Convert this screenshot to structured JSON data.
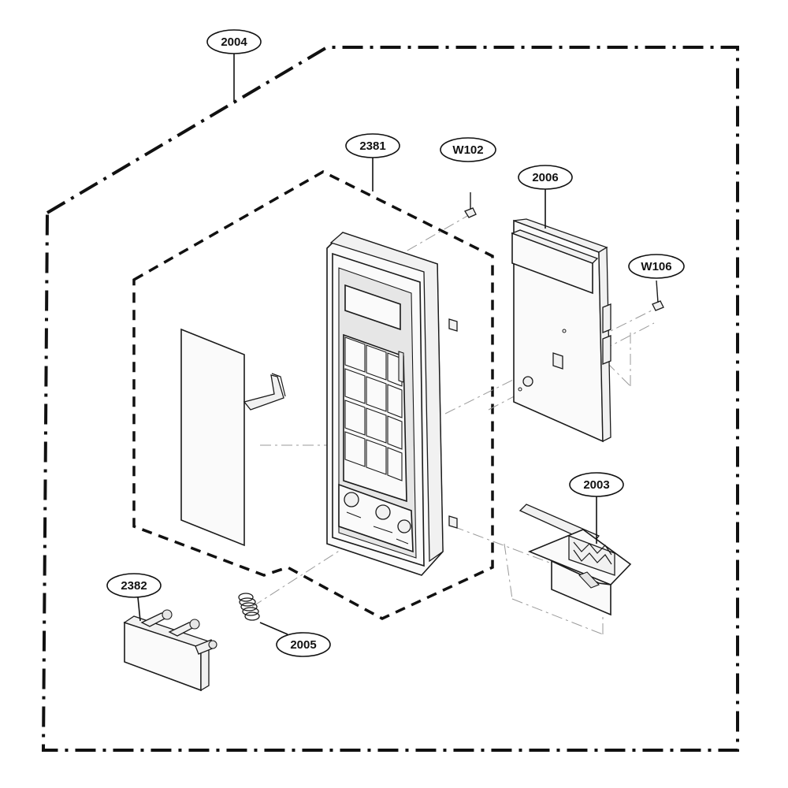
{
  "callouts": [
    {
      "id": "2004"
    },
    {
      "id": "2381"
    },
    {
      "id": "W102"
    },
    {
      "id": "2006"
    },
    {
      "id": "W106"
    },
    {
      "id": "2003"
    },
    {
      "id": "2382"
    },
    {
      "id": "2005"
    }
  ]
}
